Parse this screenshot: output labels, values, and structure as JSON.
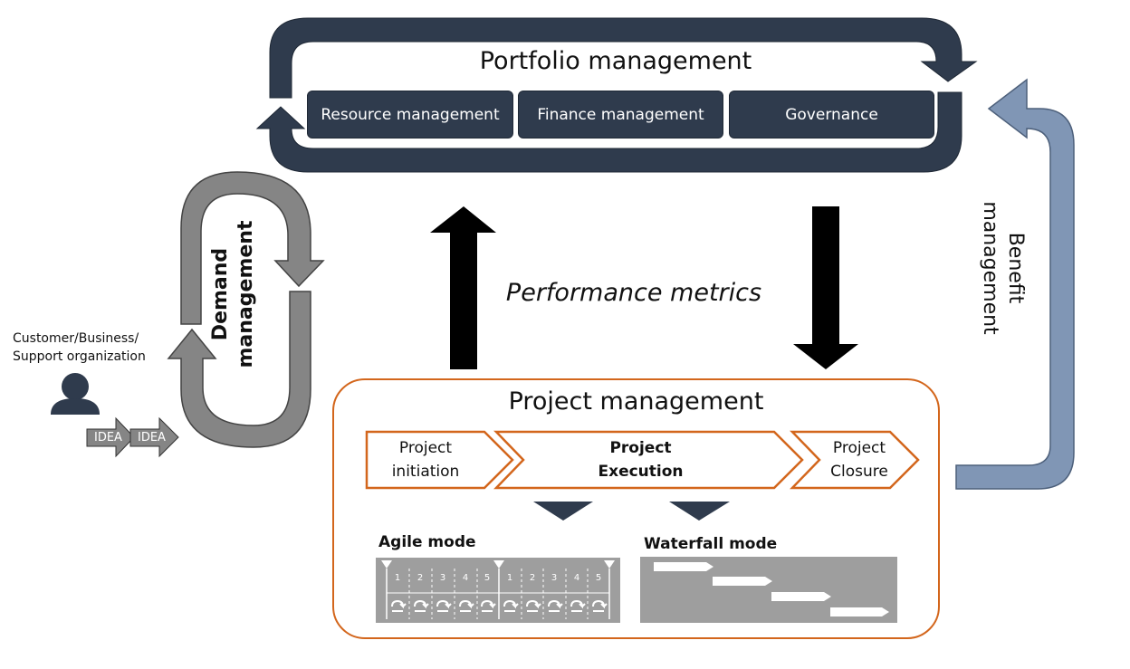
{
  "portfolio": {
    "title": "Portfolio management",
    "resource": "Resource management",
    "finance": "Finance management",
    "governance": "Governance"
  },
  "performance_metrics": "Performance metrics",
  "demand": {
    "line1": "Demand",
    "line2": "management"
  },
  "benefit": {
    "line1": "Benefit",
    "line2": "management"
  },
  "customer": {
    "line1": "Customer/Business/",
    "line2": "Support organization"
  },
  "ideas": [
    "IDEA",
    "IDEA"
  ],
  "project": {
    "title": "Project management",
    "initiation": {
      "line1": "Project",
      "line2": "initiation"
    },
    "execution": {
      "line1": "Project",
      "line2": "Execution"
    },
    "closure": {
      "line1": "Project",
      "line2": "Closure"
    },
    "agile_label": "Agile mode",
    "waterfall_label": "Waterfall mode",
    "sprint_numbers": [
      "1",
      "2",
      "3",
      "4",
      "5"
    ]
  },
  "colors": {
    "navy": "#2f3b4d",
    "gray_arrow": "#858585",
    "blue_gray": "#8096b5",
    "orange": "#d3661c",
    "black": "#000000"
  }
}
